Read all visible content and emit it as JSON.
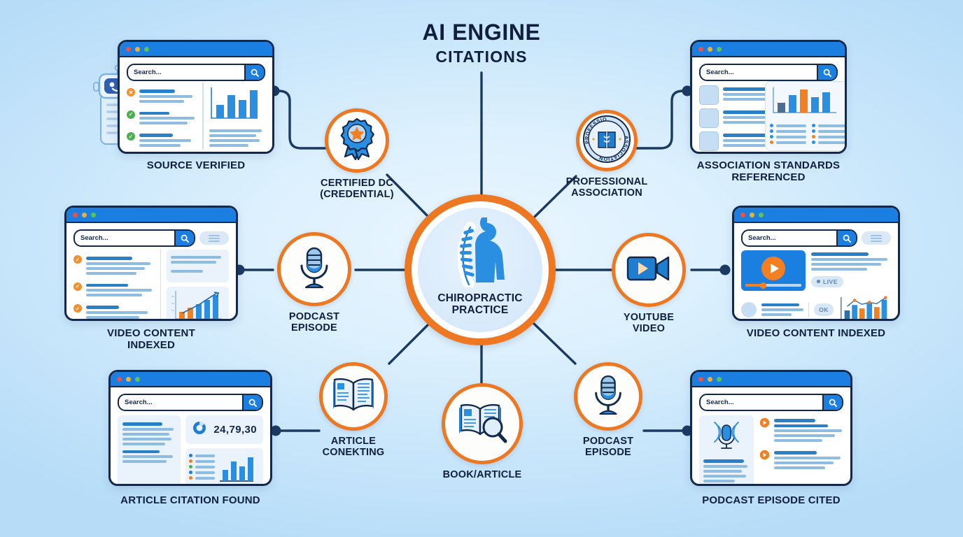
{
  "title": {
    "main": "AI ENGINE",
    "sub": "CITATIONS"
  },
  "colors": {
    "accent_orange": "#ee7722",
    "navy": "#13294b",
    "blue": "#1a7fe0",
    "background_light": "#eaf6ff",
    "background_deep": "#b6dcf8",
    "green": "#4caf50"
  },
  "hub": {
    "label": "CHIROPRACTIC\nPRACTICE",
    "icon": "spine-human-figure-icon"
  },
  "nodes": [
    {
      "id": "certified-dc",
      "label": "CERTIFIED DC\n(CREDENTIAL)",
      "icon": "award-ribbon-icon"
    },
    {
      "id": "professional-assoc",
      "label": "PROFESSIONAL\nASSOCIATION",
      "icon": "association-seal-icon"
    },
    {
      "id": "podcast-episode-left",
      "label": "PODCAST\nEPISODE",
      "icon": "microphone-icon"
    },
    {
      "id": "youtube-video",
      "label": "YOUTUBE\nVIDEO",
      "icon": "video-camera-icon"
    },
    {
      "id": "article-conekting",
      "label": "ARTICLE\nCONEKTING",
      "icon": "open-book-icon"
    },
    {
      "id": "book-article",
      "label": "BOOK/ARTICLE",
      "icon": "book-magnifier-icon"
    },
    {
      "id": "podcast-episode-right",
      "label": "PODCAST\nEPISODE",
      "icon": "microphone-icon"
    }
  ],
  "cards": {
    "source_verified": {
      "caption": "SOURCE VERIFIED",
      "search_placeholder": "Search...",
      "search_value": "Search...",
      "results": [
        {
          "badge": "orange",
          "badge_glyph": "✕"
        },
        {
          "badge": "green",
          "badge_glyph": "✓"
        },
        {
          "badge": "green",
          "badge_glyph": "✓"
        }
      ],
      "chart": {
        "type": "bar",
        "values": [
          40,
          72,
          58,
          88
        ]
      },
      "mascot": "robot-assistant-icon"
    },
    "association_standards": {
      "caption": "ASSOCIATION STANDARDS\nREFERENCED",
      "search_placeholder": "Search...",
      "search_value": "Search...",
      "rows": 3,
      "chart": {
        "type": "bar",
        "values": [
          35,
          62,
          90,
          58,
          80
        ],
        "highlight_index": 2
      },
      "legend_rows": 4
    },
    "video_content_indexed_left": {
      "caption": "VIDEO CONTENT\nINDEXED",
      "search_placeholder": "Search...",
      "search_value": "Search...",
      "results": [
        {
          "badge": "orange",
          "badge_glyph": "✓"
        },
        {
          "badge": "orange",
          "badge_glyph": "✓"
        },
        {
          "badge": "orange",
          "badge_glyph": "✓"
        }
      ],
      "chart": {
        "type": "bar-with-trendline",
        "values": [
          22,
          34,
          50,
          62,
          78,
          92
        ]
      }
    },
    "video_content_indexed_right": {
      "caption": "VIDEO CONTENT INDEXED",
      "search_placeholder": "Search...",
      "search_value": "Search...",
      "live_badge": "LIVE",
      "ok_badge": "OK",
      "player": "video-player-play-icon",
      "chart": {
        "type": "bar-with-trendline",
        "values": [
          45,
          70,
          55,
          80,
          62,
          95
        ]
      }
    },
    "article_citation_found": {
      "caption": "ARTICLE CITATION FOUND",
      "search_placeholder": "Search...",
      "search_value": "Search...",
      "stat_value": "24,79,30",
      "stat_icon": "donut-chart-icon",
      "chart": {
        "type": "bar",
        "values": [
          38,
          72,
          55,
          90
        ]
      },
      "legend_rows": 5
    },
    "podcast_episode_cited": {
      "caption": "PODCAST EPISODE CITED",
      "search_placeholder": "Search...",
      "search_value": "Search...",
      "mic_icon": "microphone-waves-icon",
      "results": [
        {
          "badge": "orange-play"
        },
        {
          "badge": "orange-play"
        }
      ]
    }
  }
}
